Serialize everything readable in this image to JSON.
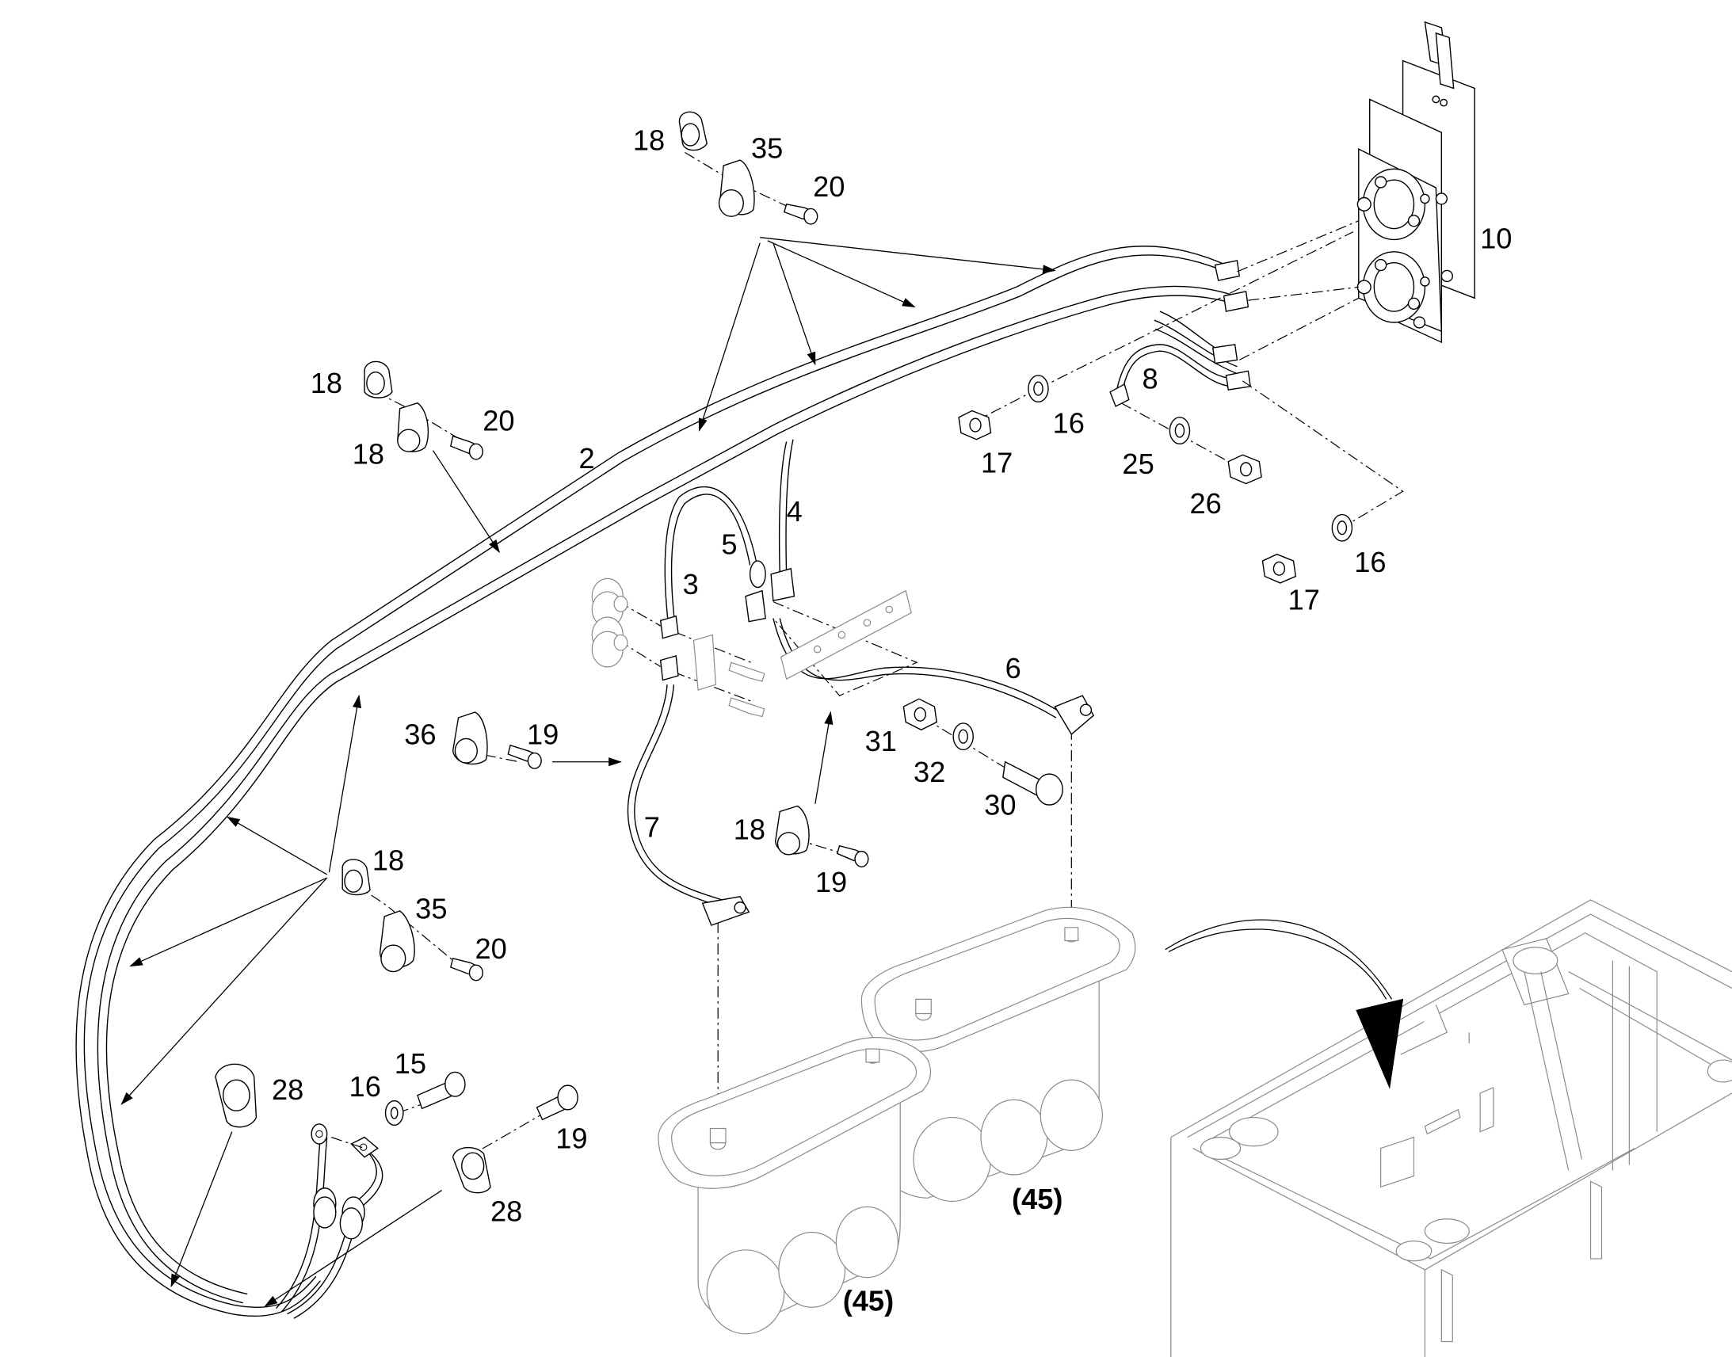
{
  "diagram": {
    "callouts": {
      "c18_a": "18",
      "c35_a": "35",
      "c20_a": "20",
      "c10": "10",
      "c18_b": "18",
      "c20_b": "20",
      "c18_c": "18",
      "c2": "2",
      "c8": "8",
      "c16_a": "16",
      "c17_a": "17",
      "c25": "25",
      "c26": "26",
      "c16_b": "16",
      "c17_b": "17",
      "c4": "4",
      "c5": "5",
      "c3": "3",
      "c6": "6",
      "c36": "36",
      "c19_a": "19",
      "c31": "31",
      "c32": "32",
      "c30": "30",
      "c7": "7",
      "c18_d": "18",
      "c19_b": "19",
      "c18_e": "18",
      "c35_b": "35",
      "c20_c": "20",
      "c28_a": "28",
      "c16_c": "16",
      "c15": "15",
      "c19_c": "19",
      "c28_b": "28"
    },
    "qty_labels": {
      "battery_right": "(45)",
      "battery_left": "(45)"
    }
  }
}
